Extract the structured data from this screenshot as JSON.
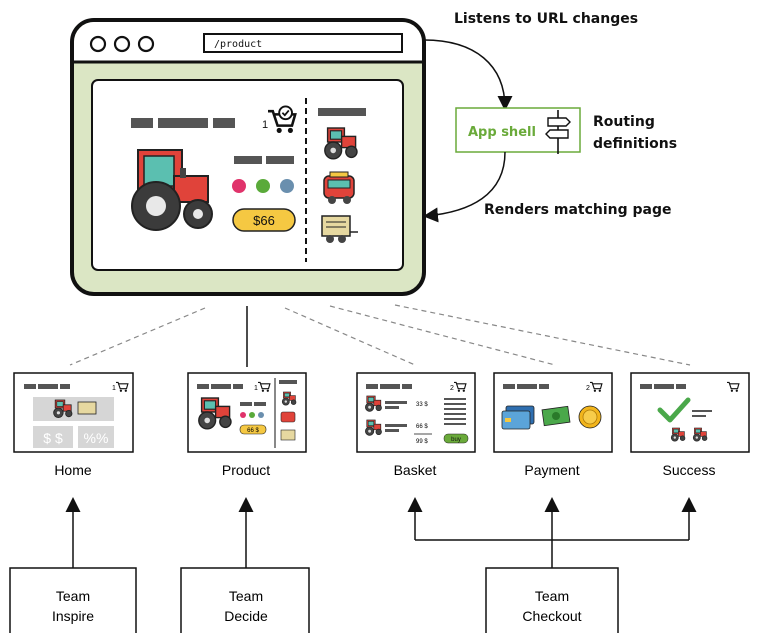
{
  "browser": {
    "url": "/product",
    "cart_count": "1",
    "price": "$66"
  },
  "annotations": {
    "listens": "Listens to URL changes",
    "routing_line1": "Routing",
    "routing_line2": "definitions",
    "renders": "Renders matching page"
  },
  "app_shell": {
    "label": "App shell"
  },
  "pages": [
    {
      "label": "Home"
    },
    {
      "label": "Product"
    },
    {
      "label": "Basket"
    },
    {
      "label": "Payment"
    },
    {
      "label": "Success"
    }
  ],
  "thumbs": {
    "home_cart_count": "1",
    "product_cart_count": "1",
    "product_price": "66 $",
    "basket_cart_count": "2",
    "basket_prices": [
      "33 $",
      "66 $",
      "99 $"
    ],
    "basket_buy": "buy",
    "payment_cart_count": "2",
    "home_tile1": "$ $",
    "home_tile2": "%%"
  },
  "teams": [
    {
      "line1": "Team",
      "line2": "Inspire"
    },
    {
      "line1": "Team",
      "line2": "Decide"
    },
    {
      "line1": "Team",
      "line2": "Checkout"
    }
  ],
  "colors": {
    "green_bg": "#dbe6c4",
    "app_shell_green": "#6aaa3a",
    "price_yellow": "#f5c842",
    "tractor_red": "#e0433a",
    "tractor_teal": "#5bbfb0"
  }
}
